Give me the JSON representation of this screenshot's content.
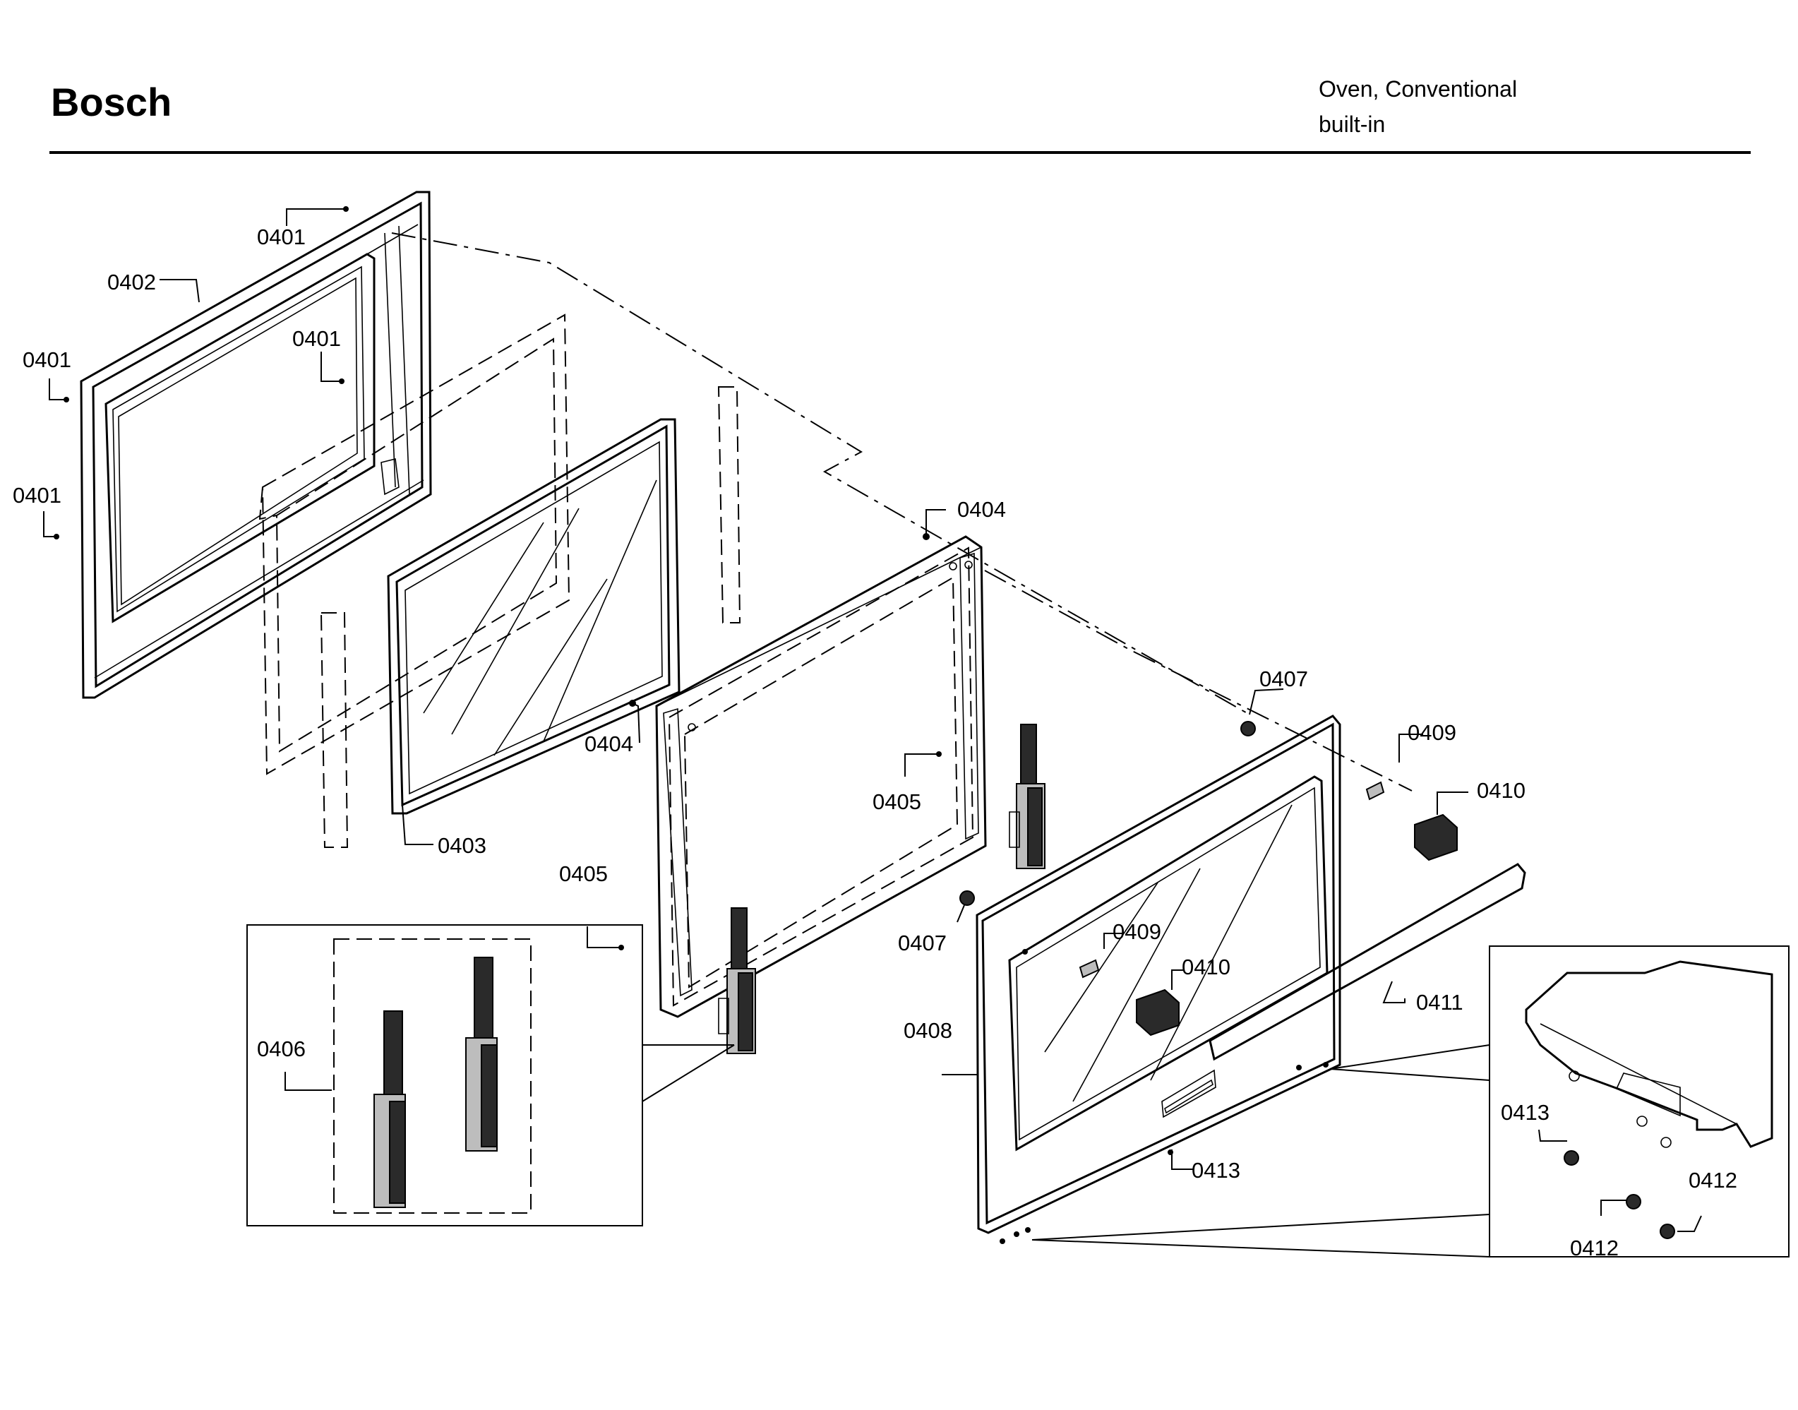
{
  "header": {
    "brand": "Bosch",
    "product_line1": "Oven, Conventional",
    "product_line2": "built-in"
  },
  "callouts": [
    {
      "id": "c1",
      "label": "0401"
    },
    {
      "id": "c2",
      "label": "0402"
    },
    {
      "id": "c3",
      "label": "0401"
    },
    {
      "id": "c4",
      "label": "0401"
    },
    {
      "id": "c5",
      "label": "0401"
    },
    {
      "id": "c6",
      "label": "0404"
    },
    {
      "id": "c7",
      "label": "0404"
    },
    {
      "id": "c8",
      "label": "0403"
    },
    {
      "id": "c9",
      "label": "0405"
    },
    {
      "id": "c10",
      "label": "0405"
    },
    {
      "id": "c11",
      "label": "0406"
    },
    {
      "id": "c12",
      "label": "0407"
    },
    {
      "id": "c13",
      "label": "0407"
    },
    {
      "id": "c14",
      "label": "0409"
    },
    {
      "id": "c15",
      "label": "0409"
    },
    {
      "id": "c16",
      "label": "0410"
    },
    {
      "id": "c17",
      "label": "0410"
    },
    {
      "id": "c18",
      "label": "0411"
    },
    {
      "id": "c19",
      "label": "0408"
    },
    {
      "id": "c20",
      "label": "0413"
    },
    {
      "id": "c21",
      "label": "0413"
    },
    {
      "id": "c22",
      "label": "0412"
    },
    {
      "id": "c23",
      "label": "0412"
    }
  ]
}
